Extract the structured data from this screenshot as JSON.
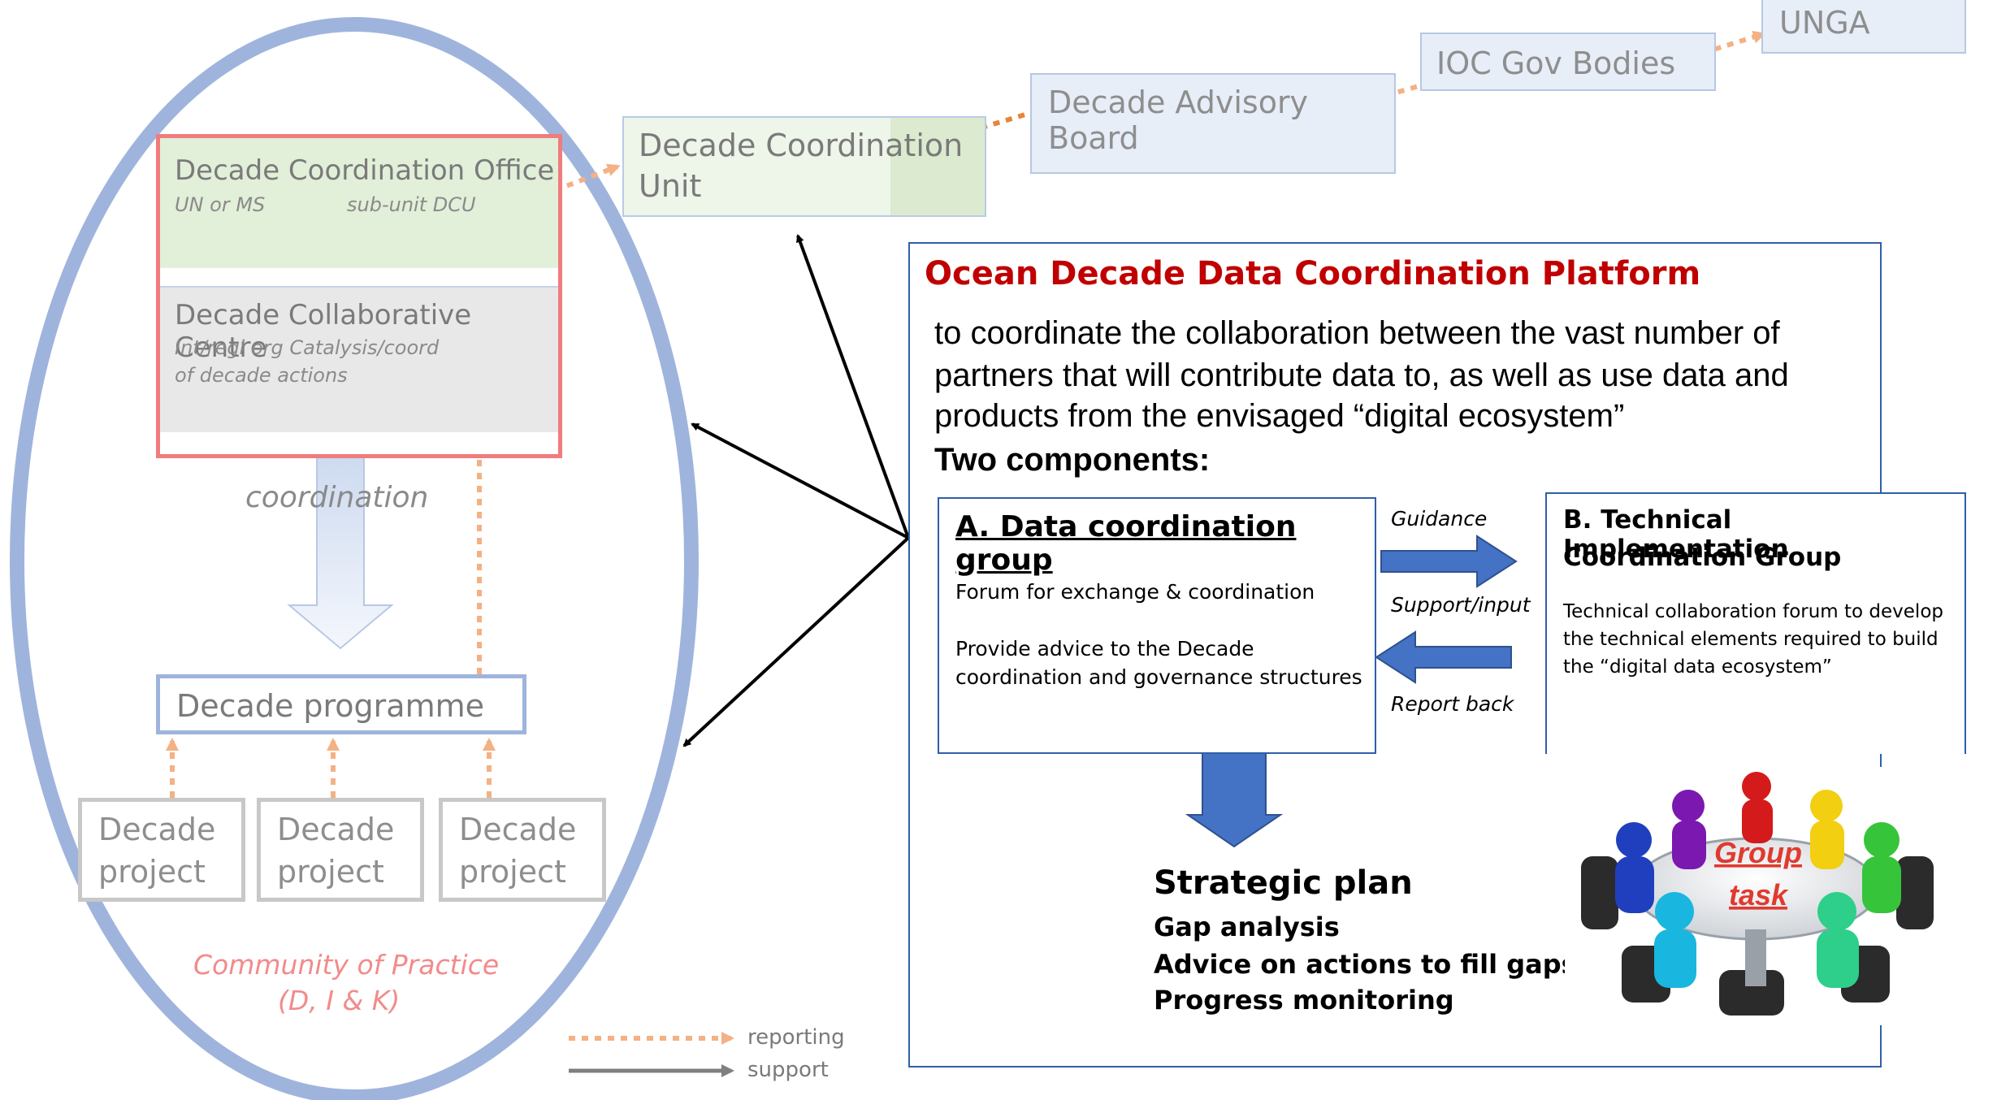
{
  "governance": {
    "unga": "UNGA",
    "ioc": "IOC Gov Bodies",
    "advisory": "Decade Advisory Board",
    "dcu_line1": "Decade Coordination",
    "dcu_line2": "Unit"
  },
  "left": {
    "office_title": "Decade Coordination Office",
    "office_sub1": "UN or MS",
    "office_sub2": "sub-unit DCU",
    "centre_title": "Decade Collaborative Centre",
    "centre_sub1": "Int/regl org Catalysis/coord",
    "centre_sub2": "of decade actions",
    "coordination": "coordination",
    "programme": "Decade programme",
    "projects": [
      {
        "line1": "Decade",
        "line2": "project"
      },
      {
        "line1": "Decade",
        "line2": "project"
      },
      {
        "line1": "Decade",
        "line2": "project"
      }
    ],
    "community_line1": "Community of Practice",
    "community_line2": "(D, I & K)"
  },
  "legend": {
    "reporting": "reporting",
    "support": "support"
  },
  "platform": {
    "title": "Ocean Decade Data Coordination Platform",
    "desc_line1": "to coordinate the collaboration between the vast number of",
    "desc_line2": "partners that will contribute data to, as well as use data and",
    "desc_line3": "products from the envisaged “digital ecosystem”",
    "components": "Two components:",
    "group_a": {
      "title": "A. Data coordination group",
      "line1": "Forum for exchange & coordination",
      "line2": "Provide advice to the Decade",
      "line3": "coordination and governance structures"
    },
    "group_b": {
      "title_line1": "B. Technical Implementation",
      "title_line2": "Coordination Group",
      "line1": "Technical collaboration forum to develop",
      "line2": "the technical elements required to build",
      "line3": "the “digital data ecosystem”"
    },
    "guidance": "Guidance",
    "support_input": "Support/input",
    "report_back": "Report back",
    "strategic": {
      "title": "Strategic plan",
      "item1": "Gap analysis",
      "item2": "Advice on actions to fill gaps",
      "item3": "Progress monitoring"
    },
    "image_word1": "Group",
    "image_word2": "task"
  },
  "colors": {
    "ellipse": "#9fb4dc",
    "red_border": "#f07c7c",
    "green_fill": "#e2efd9",
    "gray_fill": "#e8e8e8",
    "blue_arrow": "#4472c4",
    "dark_red_title": "#c00000",
    "orange_dotted": "#f4b183",
    "community_pink": "#f28b8b"
  }
}
